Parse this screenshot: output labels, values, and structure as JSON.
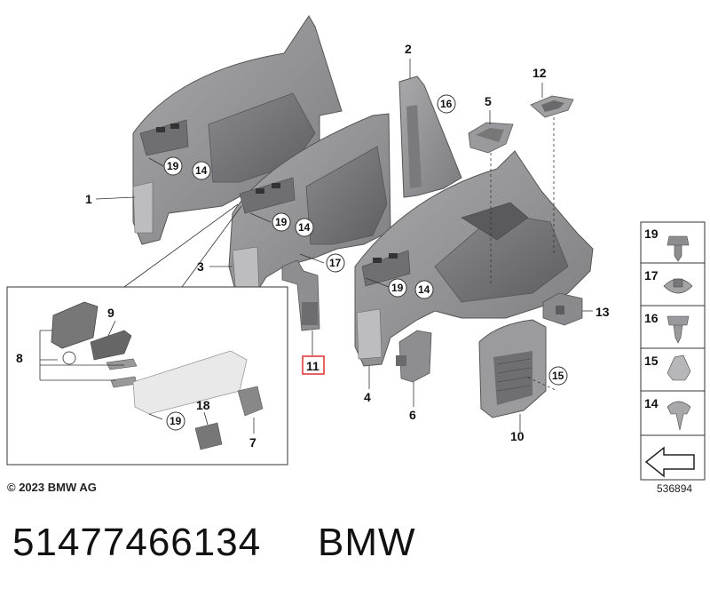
{
  "callouts": {
    "c1": "1",
    "c2": "2",
    "c3": "3",
    "c4": "4",
    "c5": "5",
    "c6": "6",
    "c7": "7",
    "c8": "8",
    "c9": "9",
    "c10": "10",
    "c11": "11",
    "c12": "12",
    "c13": "13",
    "c17": "17",
    "c18": "18"
  },
  "circled": {
    "a": "19",
    "b": "14",
    "c": "19",
    "d": "14",
    "e": "17",
    "f": "16",
    "g": "19",
    "h": "14",
    "i": "19",
    "j": "15"
  },
  "fastener_panel": [
    "19",
    "17",
    "16",
    "15",
    "14"
  ],
  "highlight_color": "#e03030",
  "copyright": "© 2023 BMW AG",
  "drawing_number": "536894",
  "part_number": "51477466134",
  "brand": "BMW"
}
